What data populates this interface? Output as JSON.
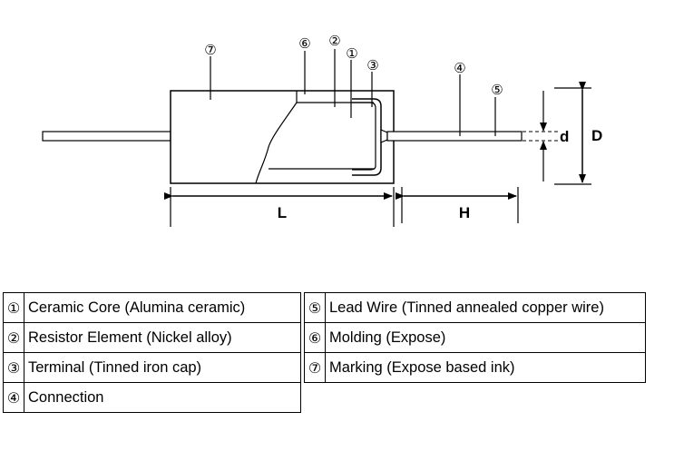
{
  "diagram": {
    "callouts": {
      "c1": "①",
      "c2": "②",
      "c3": "③",
      "c4": "④",
      "c5": "⑤",
      "c6": "⑥",
      "c7": "⑦"
    },
    "dimensions": {
      "L": "L",
      "H": "H",
      "d": "d",
      "D": "D"
    }
  },
  "legend": {
    "left": [
      {
        "num": "①",
        "text": "Ceramic Core (Alumina ceramic)"
      },
      {
        "num": "②",
        "text": "Resistor Element (Nickel alloy)"
      },
      {
        "num": "③",
        "text": "Terminal (Tinned iron cap)"
      },
      {
        "num": "④",
        "text": "Connection"
      }
    ],
    "right": [
      {
        "num": "⑤",
        "text": "Lead Wire (Tinned annealed copper wire)"
      },
      {
        "num": "⑥",
        "text": "Molding (Expose)"
      },
      {
        "num": "⑦",
        "text": "Marking (Expose based ink)"
      }
    ]
  }
}
